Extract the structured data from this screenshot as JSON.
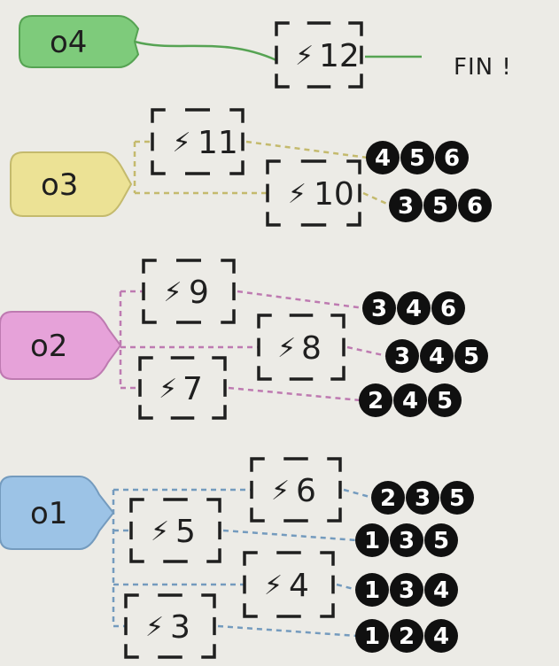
{
  "colors": {
    "background": "#ecebe6",
    "level_1": "#9cc3e6",
    "level_2": "#e6a2d9",
    "level_3": "#ece295",
    "level_4": "#7ecb7b",
    "ink": "#1f1f1f"
  },
  "icons": {
    "box_icon": "lightning-bolt-icon",
    "bolt_glyph": "⚡"
  },
  "finish_label": "FIN !",
  "levels": [
    {
      "tag": "o4",
      "color_key": "level_4",
      "boxes": [
        {
          "number": "12",
          "requirements": []
        }
      ]
    },
    {
      "tag": "o3",
      "color_key": "level_3",
      "boxes": [
        {
          "number": "11",
          "requirements": [
            "4",
            "5",
            "6"
          ]
        },
        {
          "number": "10",
          "requirements": [
            "3",
            "5",
            "6"
          ]
        }
      ]
    },
    {
      "tag": "o2",
      "color_key": "level_2",
      "boxes": [
        {
          "number": "9",
          "requirements": [
            "3",
            "4",
            "6"
          ]
        },
        {
          "number": "8",
          "requirements": [
            "3",
            "4",
            "5"
          ]
        },
        {
          "number": "7",
          "requirements": [
            "2",
            "4",
            "5"
          ]
        }
      ]
    },
    {
      "tag": "o1",
      "color_key": "level_1",
      "boxes": [
        {
          "number": "6",
          "requirements": [
            "2",
            "3",
            "5"
          ]
        },
        {
          "number": "5",
          "requirements": [
            "1",
            "3",
            "5"
          ]
        },
        {
          "number": "4",
          "requirements": [
            "1",
            "3",
            "4"
          ]
        },
        {
          "number": "3",
          "requirements": [
            "1",
            "2",
            "4"
          ]
        }
      ]
    }
  ]
}
